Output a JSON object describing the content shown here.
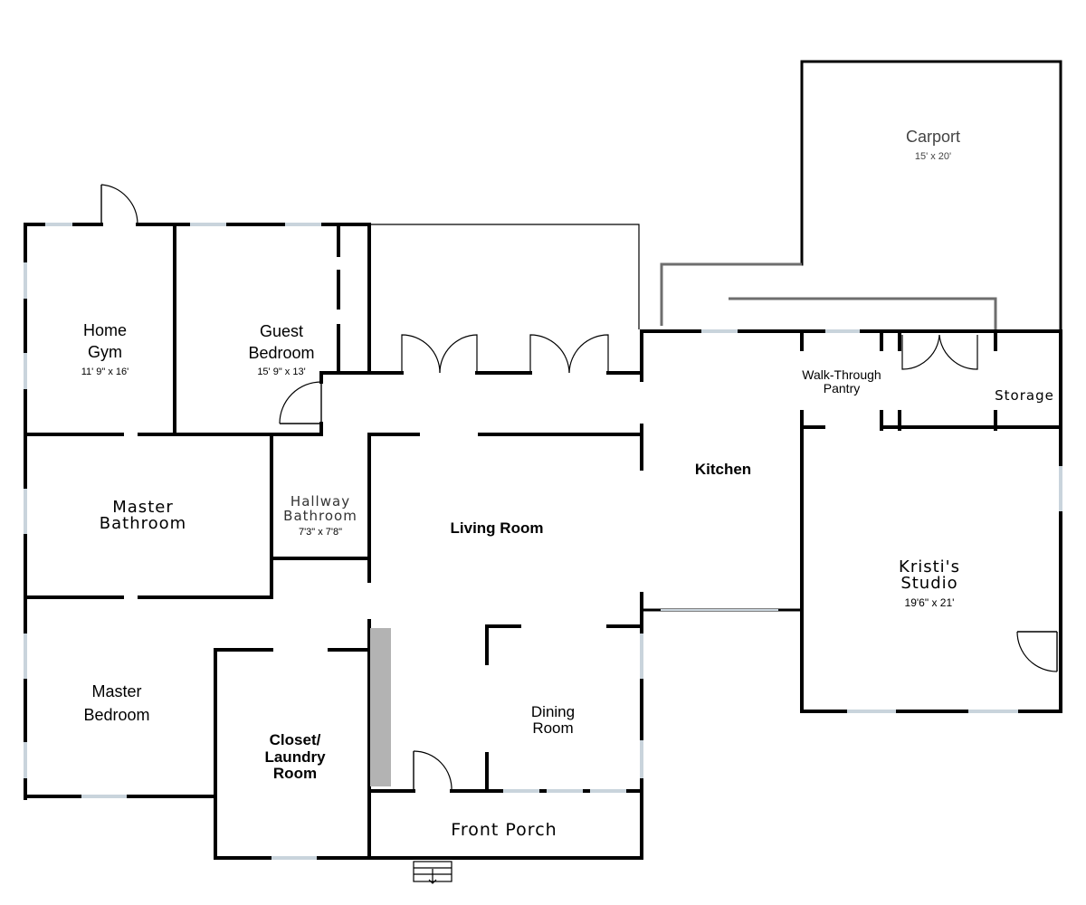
{
  "rooms": {
    "carport": {
      "name": "Carport",
      "dim": "15' x 20'"
    },
    "home_gym": {
      "name_line1": "Home",
      "name_line2": "Gym",
      "dim": "11' 9\" x 16'"
    },
    "guest_bedroom": {
      "name_line1": "Guest",
      "name_line2": "Bedroom",
      "dim": "15' 9\" x 13'"
    },
    "walk_through_pantry": {
      "name_line1": "Walk-Through",
      "name_line2": "Pantry"
    },
    "storage": {
      "name": "Storage"
    },
    "kitchen": {
      "name": "Kitchen"
    },
    "master_bathroom": {
      "name_line1": "Master",
      "name_line2": "Bathroom"
    },
    "hallway_bathroom": {
      "name_line1": "Hallway",
      "name_line2": "Bathroom",
      "dim": "7'3\" x 7'8\""
    },
    "living_room": {
      "name": "Living Room"
    },
    "kristis_studio": {
      "name_line1": "Kristi's",
      "name_line2": "Studio",
      "dim": "19'6\" x 21'"
    },
    "master_bedroom": {
      "name_line1": "Master",
      "name_line2": "Bedroom"
    },
    "closet_laundry": {
      "name_line1": "Closet/",
      "name_line2": "Laundry",
      "name_line3": "Room"
    },
    "dining_room": {
      "name_line1": "Dining",
      "name_line2": "Room"
    },
    "front_porch": {
      "name": "Front Porch"
    }
  },
  "colors": {
    "wall": "#000000",
    "window": "#c9d4dc",
    "fireplace": "#b3b3b3",
    "carport_outline": "#6e6e6e"
  }
}
